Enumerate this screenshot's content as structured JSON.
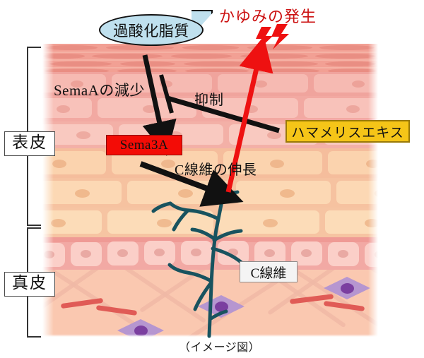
{
  "diagram": {
    "caption": "（イメージ図）",
    "layer_labels": [
      {
        "id": "epidermis",
        "label": "表皮"
      },
      {
        "id": "dermis",
        "label": "真皮"
      }
    ],
    "callout_bubble": {
      "label": "過酸化脂質",
      "fill": "#bfe0ee",
      "stroke": "#111111"
    },
    "annotations": [
      {
        "id": "sema-a-decrease",
        "label": "SemaAの減少"
      },
      {
        "id": "inhibition",
        "label": "抑制"
      },
      {
        "id": "c-fiber-elongation",
        "label": "C線維の伸長"
      },
      {
        "id": "itch-onset",
        "label": "かゆみの発生",
        "color": "#cc1111"
      }
    ],
    "boxes": [
      {
        "id": "sema3a",
        "label": "Sema3A",
        "fill": "#f30c06",
        "border": "#8a0a06",
        "text_color": "#111111"
      },
      {
        "id": "hamamelis-extract",
        "label": "ハマメリスエキス",
        "fill": "#f5c518",
        "border": "#9a7a08",
        "text_color": "#111111"
      },
      {
        "id": "c-fiber",
        "label": "C線維",
        "fill": "#f4f4f4",
        "border": "#8d8d8d",
        "text_color": "#111111"
      }
    ],
    "icons": [
      {
        "id": "lightning-left",
        "name": "lightning-bolt-icon",
        "color": "#ee1111"
      },
      {
        "id": "lightning-right",
        "name": "lightning-bolt-icon",
        "color": "#ee1111"
      }
    ],
    "arrows": [
      {
        "id": "peroxide-to-sema3a",
        "style": "solid-arrow",
        "color": "#111111"
      },
      {
        "id": "extract-inhibits",
        "style": "blunt-end-inhibition",
        "color": "#111111"
      },
      {
        "id": "sema3a-to-cfiber",
        "style": "solid-arrow",
        "color": "#111111"
      },
      {
        "id": "cfiber-to-itch",
        "style": "solid-arrow",
        "color": "#ee1111"
      }
    ],
    "colors": {
      "stratum_corneum": "#f2a094",
      "upper_epidermis": "#f4a9a2",
      "lower_epidermis": "#fbc9a0",
      "basal_layer": "#f2a9a4",
      "dermis": "#fac8b0",
      "nerve_fiber": "#18535f",
      "fibroblast": "#b696d0",
      "elastin": "#e05b56"
    }
  }
}
